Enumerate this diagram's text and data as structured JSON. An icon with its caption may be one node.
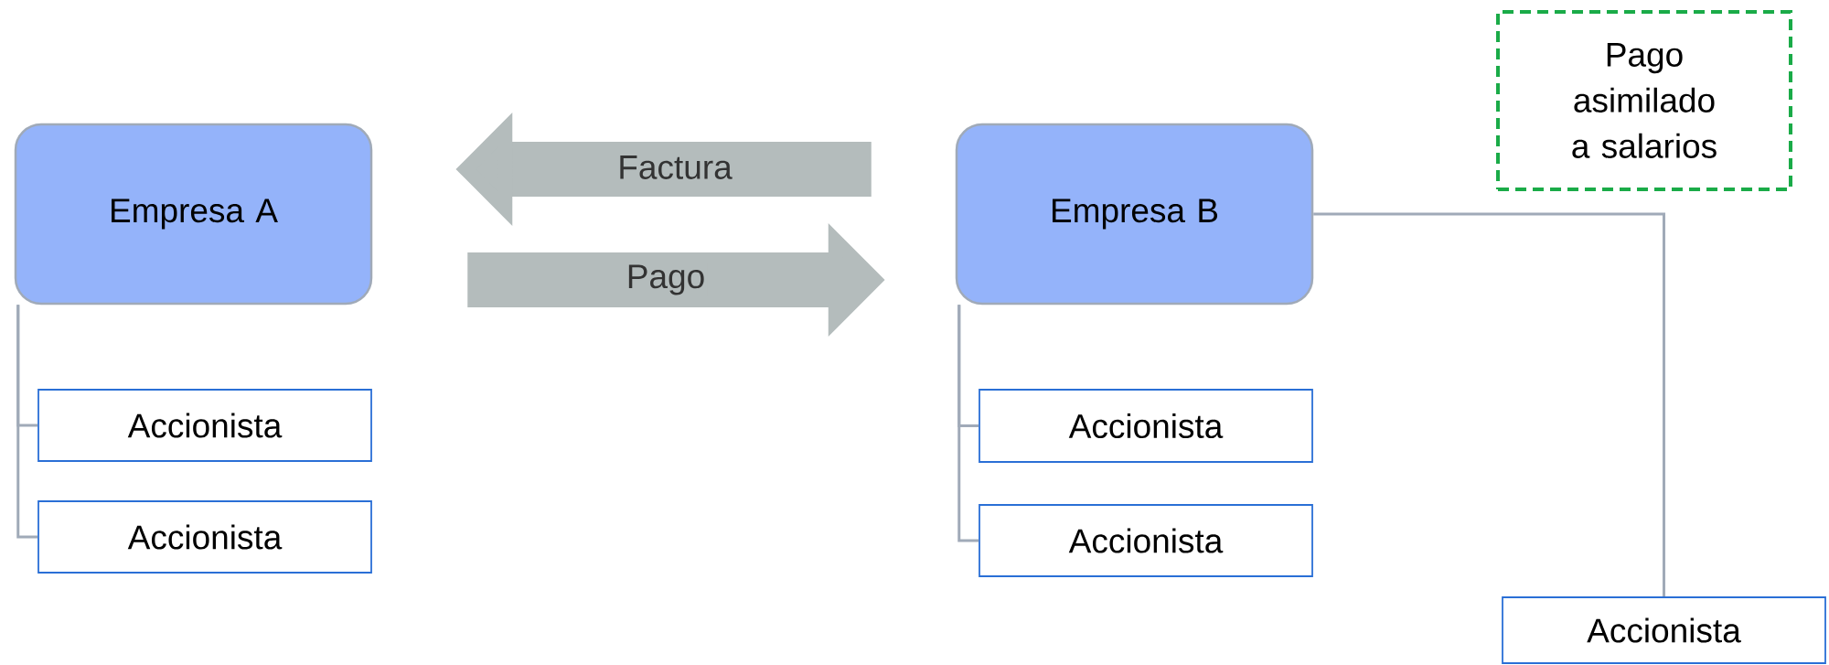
{
  "diagram": {
    "nodes": [
      {
        "text": [
          "Empresa A"
        ]
      },
      {
        "text": [
          "Empresa B"
        ]
      },
      {
        "text": [
          "Pago asimilado a salarios"
        ]
      },
      {
        "text": [
          "Accionista"
        ]
      },
      {
        "text": [
          "Accionista"
        ]
      },
      {
        "text": [
          "Accionista"
        ]
      },
      {
        "text": [
          "Accionista"
        ]
      },
      {
        "text": [
          "Accionista"
        ]
      }
    ],
    "edges": [
      {
        "from": 0,
        "to": 3,
        "arrow": "none"
      },
      {
        "from": 0,
        "to": 4,
        "arrow": "none"
      },
      {
        "from": 1,
        "to": 0,
        "arrow": "to",
        "label": "Factura",
        "style": "thick",
        "color": "#b4bcbc"
      },
      {
        "from": 0,
        "to": 1,
        "arrow": "to",
        "label": "Pago",
        "style": "thick",
        "color": "#b4bcbc"
      },
      {
        "from": 1,
        "to": 5,
        "arrow": "none"
      },
      {
        "from": 1,
        "to": 6,
        "arrow": "none"
      },
      {
        "from": 1,
        "to": 7,
        "arrow": "none"
      }
    ]
  }
}
